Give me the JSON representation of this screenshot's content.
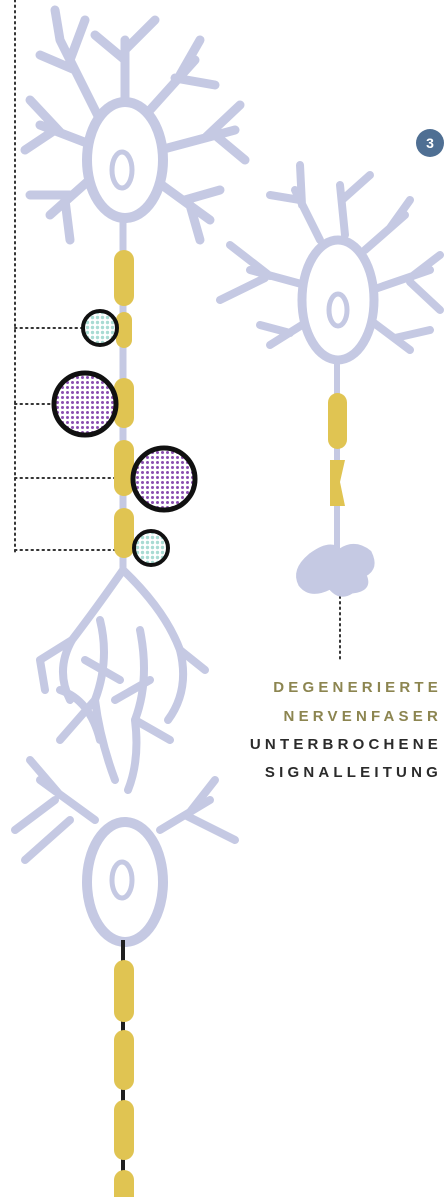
{
  "step_badge": {
    "number": "3",
    "color": "#4f6f93"
  },
  "labels": {
    "line1": "DEGENERIERTE",
    "line2": "NERVENFASER",
    "line3": "UNTERBROCHENE",
    "line4": "SIGNALLEITUNG"
  },
  "colors": {
    "neuron": "#c5c9e3",
    "myelin": "#e0c452",
    "axon_dark": "#1f1f1f",
    "cell_mint": "#a9dbd3",
    "cell_purple": "#8a4fb0",
    "label_olive": "#8c8550",
    "label_dark": "#2b2b2b"
  },
  "icons": [
    "neuron-healthy",
    "neuron-degenerated",
    "immune-cell-small",
    "immune-cell-large",
    "step-badge"
  ]
}
